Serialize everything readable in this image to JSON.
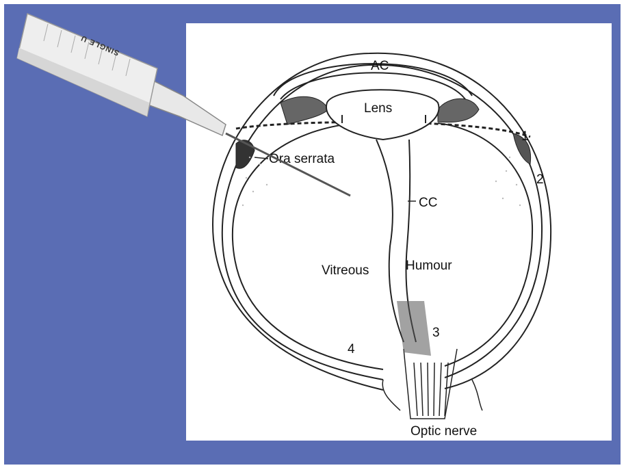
{
  "diagram": {
    "labels": {
      "ac": "AC",
      "lens": "Lens",
      "ora_serrata": "Ora serrata",
      "cc": "CC",
      "vitreous": "Vitreous",
      "humour": "Humour",
      "optic_nerve": "Optic nerve"
    },
    "retina_markers": [
      "1",
      "2",
      "3",
      "4"
    ],
    "syringe_print": "SINGLE U"
  },
  "colors": {
    "background_panel": "#5a6db4",
    "diagram_bg": "#ffffff",
    "line": "#222222"
  }
}
